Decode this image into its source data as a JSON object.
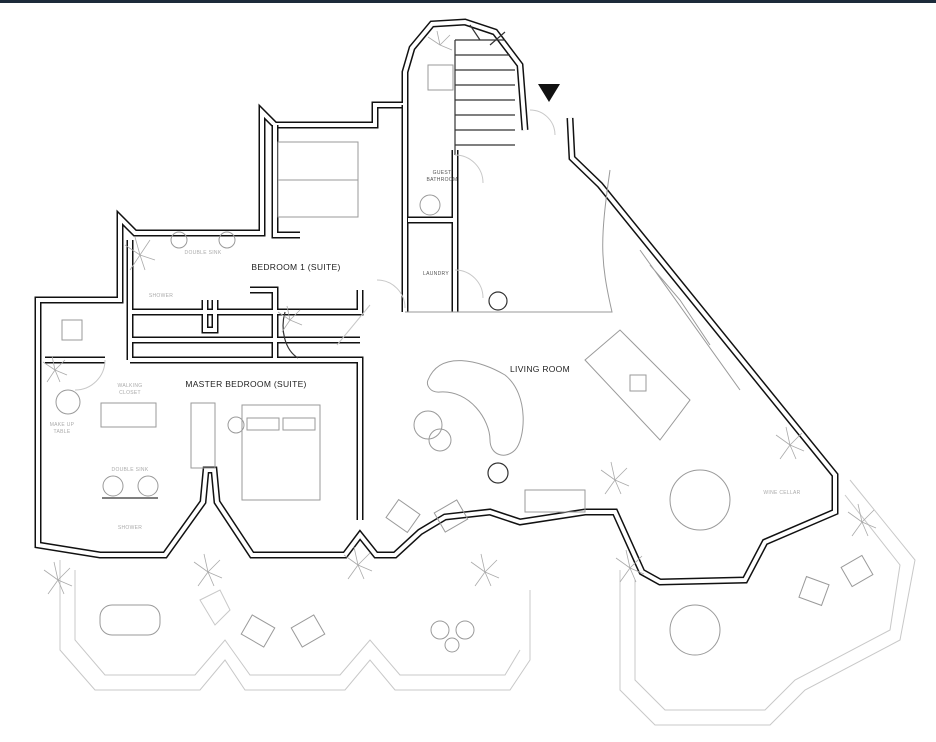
{
  "rooms": {
    "guest_bathroom": [
      "GUEST",
      "BATHROOM"
    ],
    "laundry": "LAUNDRY",
    "bedroom1": "BEDROOM 1 (SUITE)",
    "bedroom1_double_sink": "DOUBLE SINK",
    "bedroom1_shower": "SHOWER",
    "master_bedroom": "MASTER BEDROOM (SUITE)",
    "walking_closet": [
      "WALKING",
      "CLOSET"
    ],
    "make_up_table": [
      "MAKE UP",
      "TABLE"
    ],
    "master_double_sink": "DOUBLE SINK",
    "master_shower": "SHOWER",
    "living_room": "LIVING ROOM",
    "wine_cellar": "WINE CELLAR"
  },
  "colors": {
    "wall": "#111111",
    "furniture": "#9a9a9a",
    "topbar": "#1c2a3a"
  }
}
